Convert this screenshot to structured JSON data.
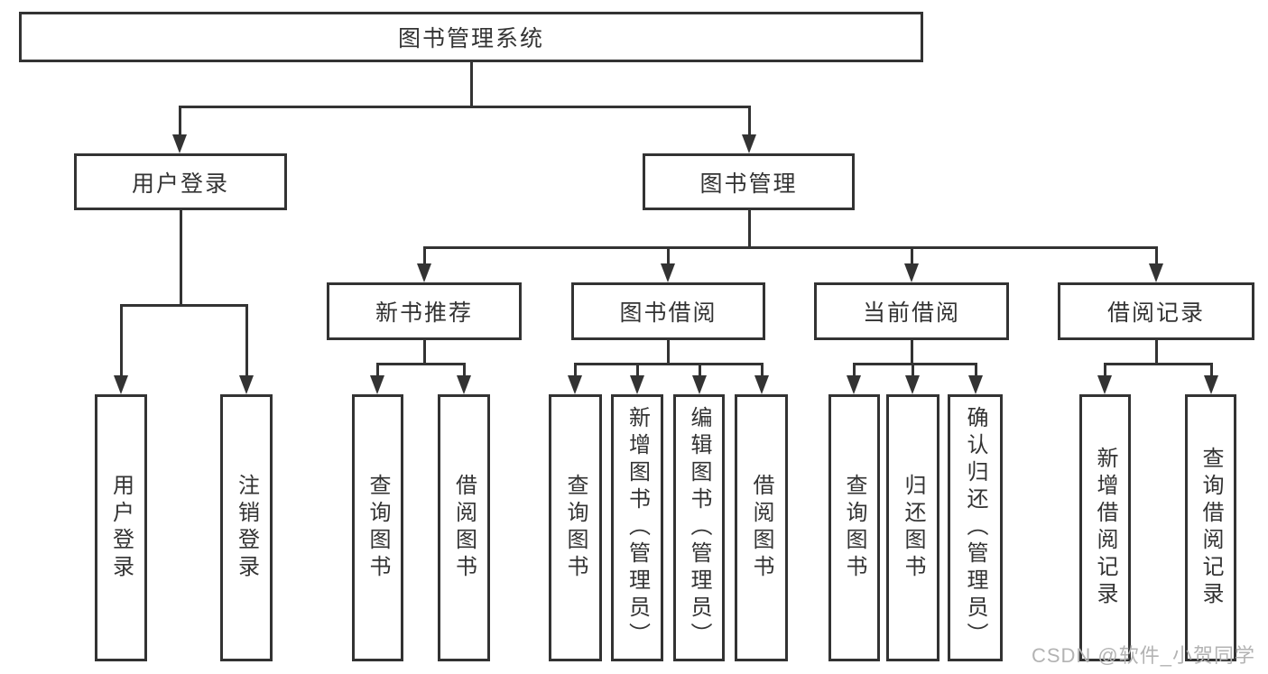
{
  "diagram": {
    "title": "图书管理系统",
    "root": {
      "label": "图书管理系统"
    },
    "branches": [
      {
        "label": "用户登录",
        "children": [
          {
            "label": "用户登录"
          },
          {
            "label": "注销登录"
          }
        ]
      },
      {
        "label": "图书管理",
        "children": [
          {
            "label": "新书推荐",
            "children": [
              {
                "label": "查询图书"
              },
              {
                "label": "借阅图书"
              }
            ]
          },
          {
            "label": "图书借阅",
            "children": [
              {
                "label": "查询图书"
              },
              {
                "label": "新增图书（管理员）"
              },
              {
                "label": "编辑图书（管理员）"
              },
              {
                "label": "借阅图书"
              }
            ]
          },
          {
            "label": "当前借阅",
            "children": [
              {
                "label": "查询图书"
              },
              {
                "label": "归还图书"
              },
              {
                "label": "确认归还（管理员）"
              }
            ]
          },
          {
            "label": "借阅记录",
            "children": [
              {
                "label": "新增借阅记录"
              },
              {
                "label": "查询借阅记录"
              }
            ]
          }
        ]
      }
    ]
  },
  "watermark": {
    "text": "CSDN @软件_小贺同学"
  },
  "colors": {
    "line": "#333333",
    "text": "#333333",
    "background": "#ffffff",
    "watermark": "#b3b3b3"
  }
}
